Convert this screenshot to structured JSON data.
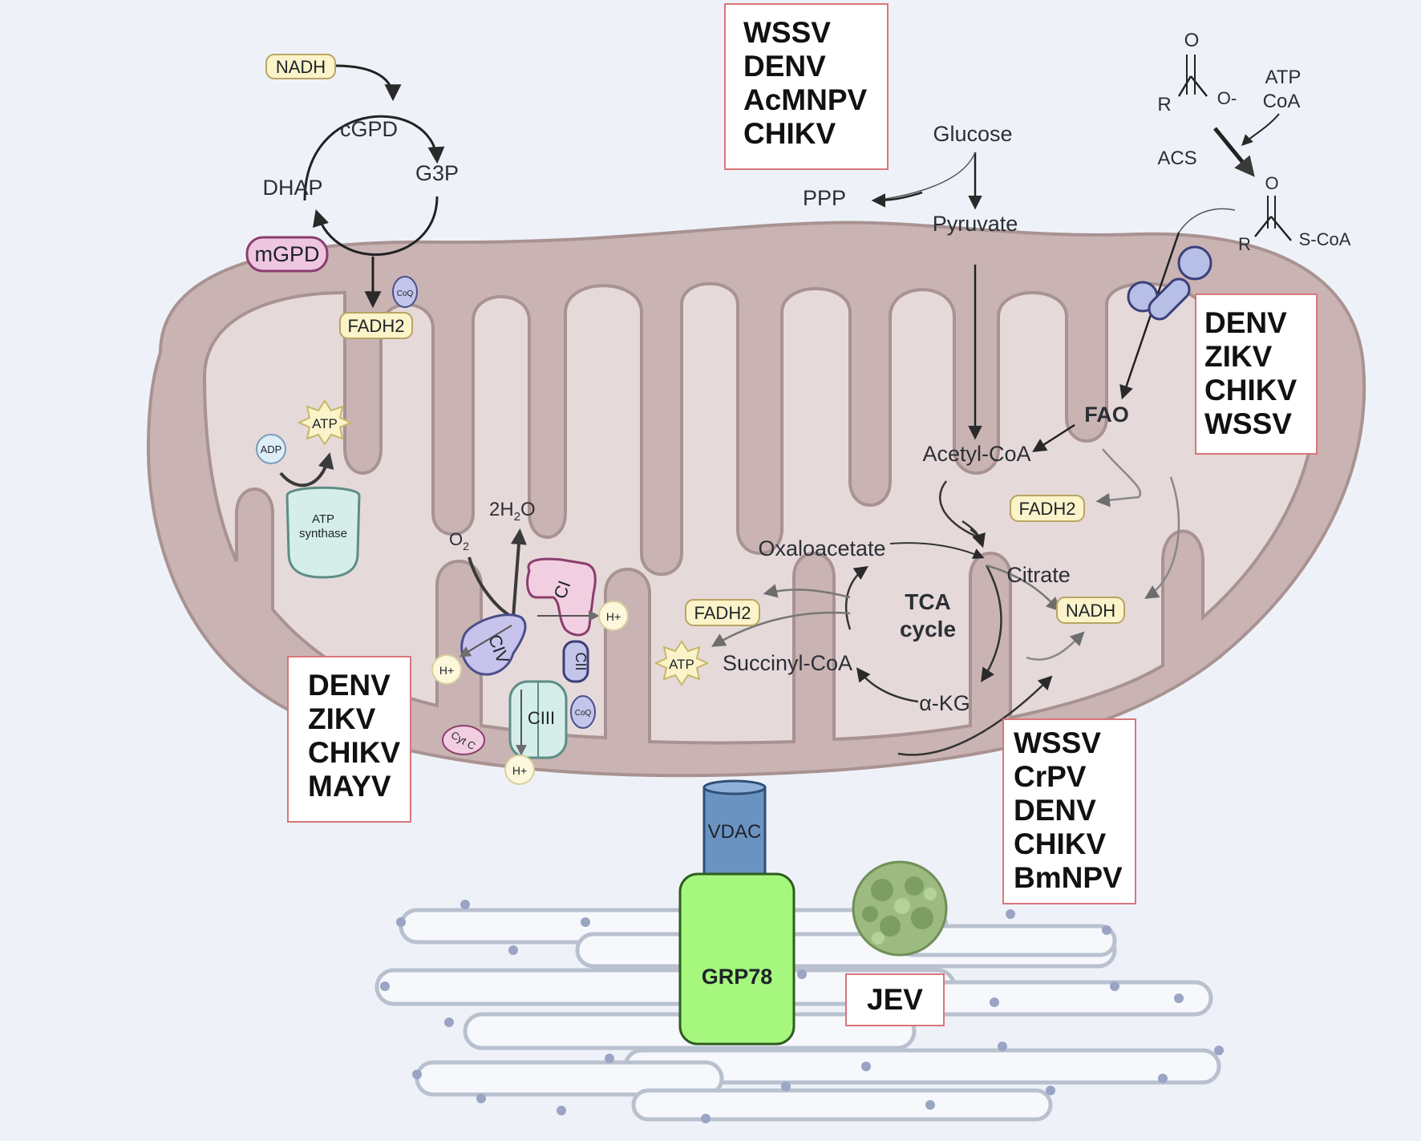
{
  "labels": {
    "nadh_top": "NADH",
    "cgpd": "cGPD",
    "dhap": "DHAP",
    "g3p": "G3P",
    "mgpd": "mGPD",
    "fadh2_left": "FADH2",
    "coq": "CoQ",
    "atp_left": "ATP",
    "adp": "ADP",
    "atp_synthase_1": "ATP",
    "atp_synthase_2": "synthase",
    "o2": "O",
    "o2_sub": "2",
    "h2o_pre": "2H",
    "h2o_sub": "2",
    "h2o_post": "O",
    "ci": "CI",
    "cii": "CII",
    "ciii": "CIII",
    "civ": "CIV",
    "h_plus": "H+",
    "cytc": "Cyt C",
    "glucose": "Glucose",
    "ppp": "PPP",
    "pyruvate": "Pyruvate",
    "acetyl_coa": "Acetyl-CoA",
    "fao": "FAO",
    "oxaloacetate": "Oxaloacetate",
    "citrate": "Citrate",
    "tca_1": "TCA",
    "tca_2": "cycle",
    "succinyl_coa": "Succinyl-CoA",
    "akg": "α-KG",
    "fadh2_mid": "FADH2",
    "atp_mid": "ATP",
    "fadh2_right": "FADH2",
    "nadh_right": "NADH",
    "chem_o_top": "O",
    "chem_r_top": "R",
    "chem_ominus": "O-",
    "chem_atp": "ATP",
    "chem_coa": "CoA",
    "chem_acs": "ACS",
    "chem_o_bottom": "O",
    "chem_r_bottom": "R",
    "chem_scoa": "S-CoA",
    "vdac": "VDAC",
    "grp78": "GRP78",
    "jev": "JEV"
  },
  "virus_boxes": {
    "top_center": [
      "WSSV",
      "DENV",
      "AcMNPV",
      "CHIKV"
    ],
    "right_fao": [
      "DENV",
      "ZIKV",
      "CHIKV",
      "WSSV"
    ],
    "left_etc": [
      "DENV",
      "ZIKV",
      "CHIKV",
      "MAYV"
    ],
    "bottom_tca": [
      "WSSV",
      "CrPV",
      "DENV",
      "CHIKV",
      "BmNPV"
    ]
  },
  "colors": {
    "membrane": "#c9b4b3",
    "membrane_stroke": "#a99292",
    "matrix": "#e6d9d9",
    "pill_fill": "#fbf3c9",
    "pill_stroke": "#b8a463",
    "box_border": "#d9757a",
    "grp78": "#a6f77e",
    "vdac": "#6b93c2",
    "er_fill": "#f6f8fc",
    "er_stroke": "#b9c1cf"
  }
}
